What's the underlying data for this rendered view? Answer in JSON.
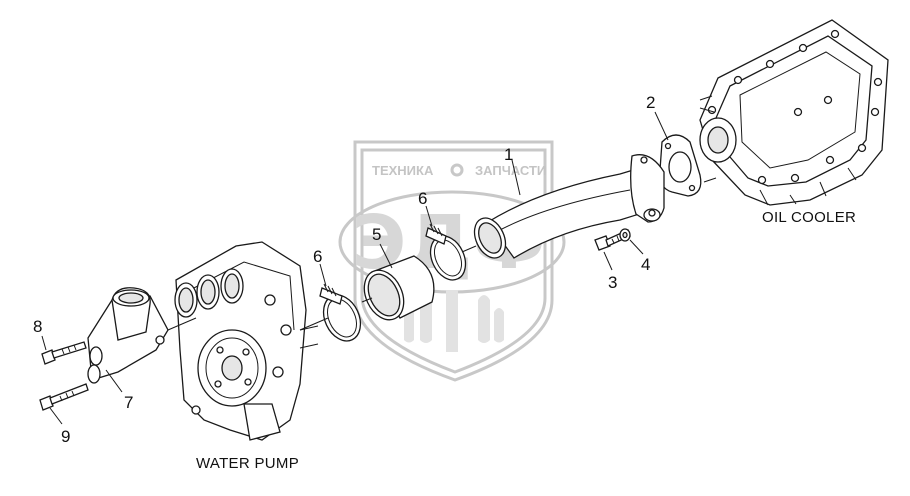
{
  "watermark": {
    "brand_left": "ТЕХНИКА",
    "brand_right": "ЗАПЧАСТИ",
    "monogram": "ЭДФ"
  },
  "labels": {
    "oil_cooler": "OIL COOLER",
    "water_pump": "WATER PUMP"
  },
  "callouts": {
    "c1": "1",
    "c2": "2",
    "c3": "3",
    "c4": "4",
    "c5": "5",
    "c6a": "6",
    "c6b": "6",
    "c7": "7",
    "c8": "8",
    "c9": "9"
  }
}
